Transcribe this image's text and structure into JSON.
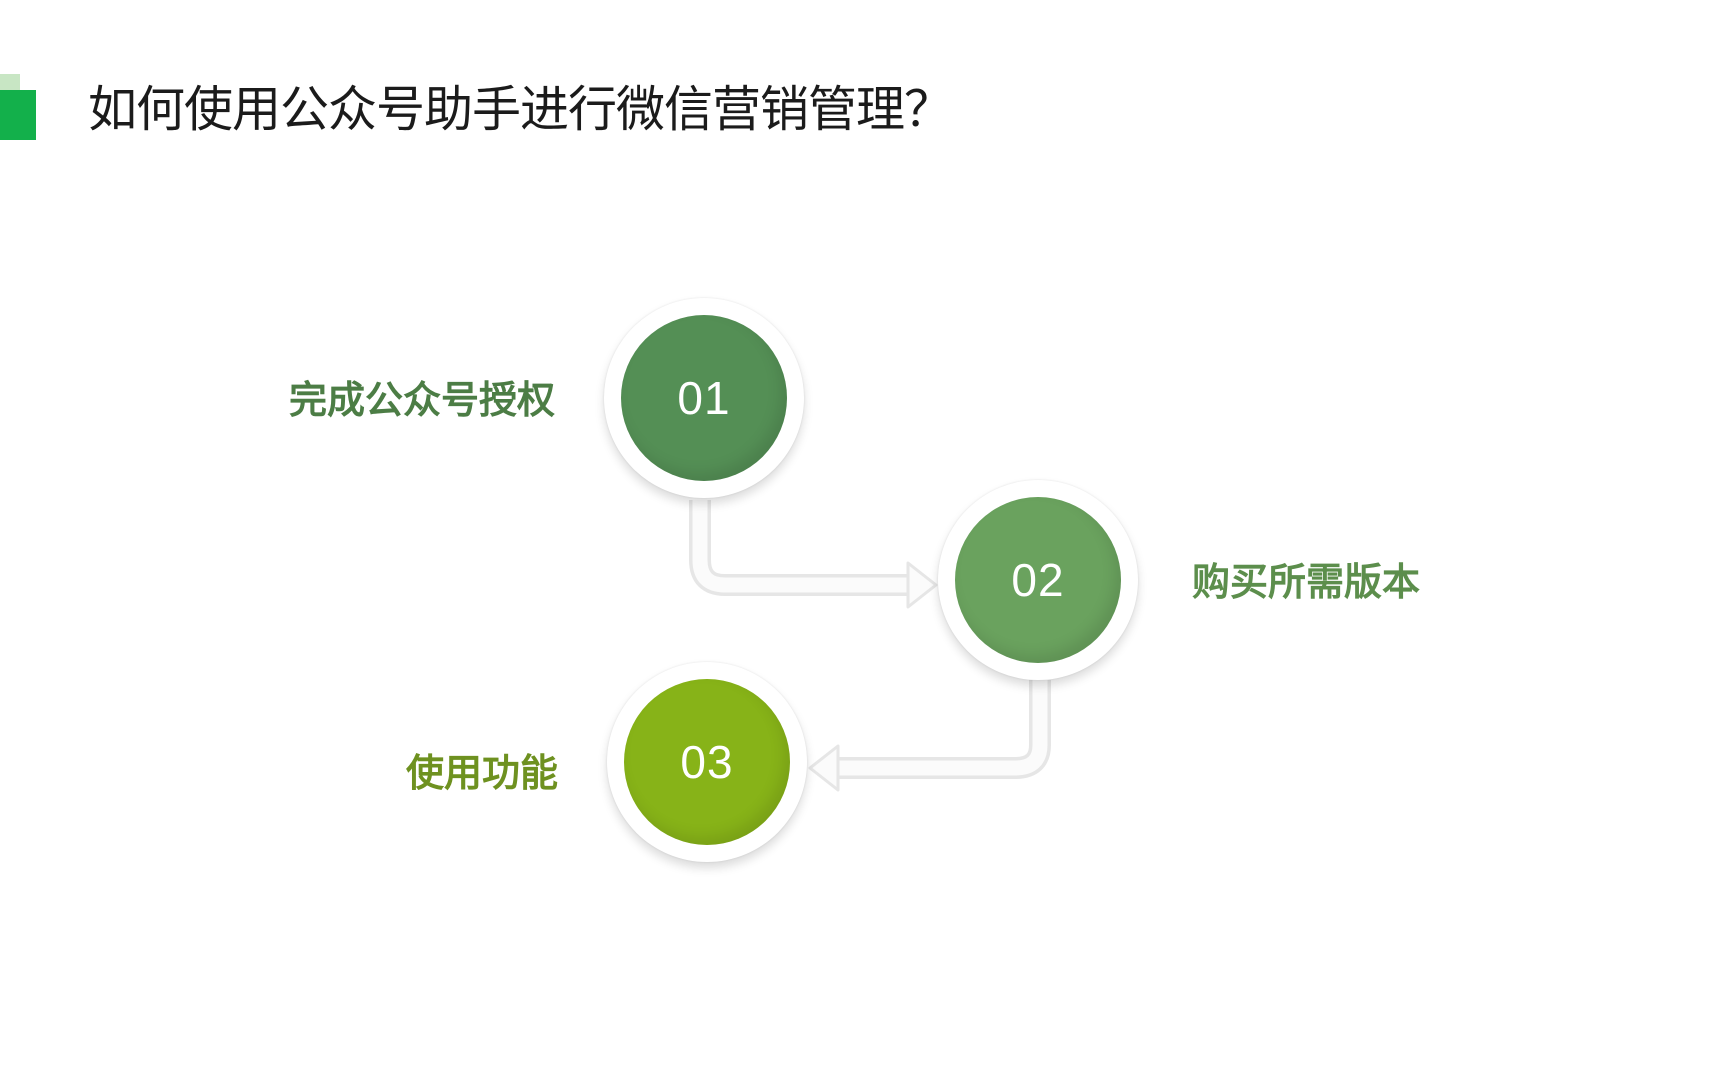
{
  "slide": {
    "title": "如何使用公众号助手进行微信营销管理？",
    "accent_color": "#13b04b",
    "accent_light_color": "#c8e6c4"
  },
  "steps": [
    {
      "number": "01",
      "label": "完成公众号授权",
      "circle_color": "#548f55",
      "label_color": "#4c7d45"
    },
    {
      "number": "02",
      "label": "购买所需版本",
      "circle_color": "#6aa25e",
      "label_color": "#5c8e4c"
    },
    {
      "number": "03",
      "label": "使用功能",
      "circle_color": "#87b318",
      "label_color": "#6e9120"
    }
  ]
}
